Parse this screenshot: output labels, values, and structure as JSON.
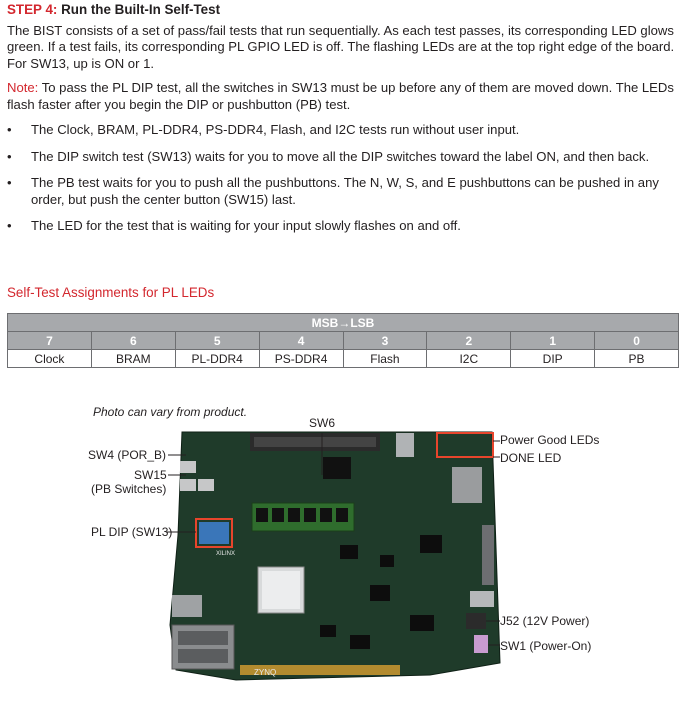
{
  "step": {
    "label": "STEP 4:",
    "title": "Run the Built-In Self-Test"
  },
  "intro": "The BIST consists of a set of pass/fail tests that run sequentially. As each test passes, its corresponding LED glows green. If a test fails, its corresponding PL GPIO LED is off. The flashing LEDs are at the top right edge of the board. For SW13, up is ON or 1.",
  "note": {
    "label": "Note:",
    "text": " To pass the PL DIP test, all the switches in SW13 must be up before any of them are moved down. The LEDs flash faster after you begin the DIP or pushbutton (PB) test."
  },
  "bullets": [
    "The Clock, BRAM, PL-DDR4, PS-DDR4, Flash, and I2C tests run without user input.",
    "The DIP switch test (SW13) waits for you to move all the DIP switches toward the label ON, and then back.",
    "The PB test waits for you to push all the pushbuttons. The N, W, S, and E pushbuttons can be pushed in any order, but push the center button (SW15) last.",
    "The LED for the test that is waiting for your input slowly flashes on and off."
  ],
  "bullet_glyph": "•",
  "section_title": "Self-Test Assignments for PL LEDs",
  "table": {
    "header": "MSB→LSB",
    "bits": [
      "7",
      "6",
      "5",
      "4",
      "3",
      "2",
      "1",
      "0"
    ],
    "tests": [
      "Clock",
      "BRAM",
      "PL-DDR4",
      "PS-DDR4",
      "Flash",
      "I2C",
      "DIP",
      "PB"
    ]
  },
  "figure": {
    "photo_note": "Photo can vary from product.",
    "sw6": "SW6",
    "sw4": "SW4 (POR_B)",
    "sw15_a": "SW15",
    "sw15_b": "(PB Switches)",
    "pl_dip": "PL DIP (SW13)",
    "power_good": "Power Good LEDs",
    "done_led": "DONE LED",
    "j52": "J52 (12V Power)",
    "sw1": "SW1 (Power-On)",
    "board_text": "ZYNQ",
    "xilinx_text": "XILINX",
    "highlight_color": "#e8452c",
    "pcb_color": "#1f3b2a"
  }
}
